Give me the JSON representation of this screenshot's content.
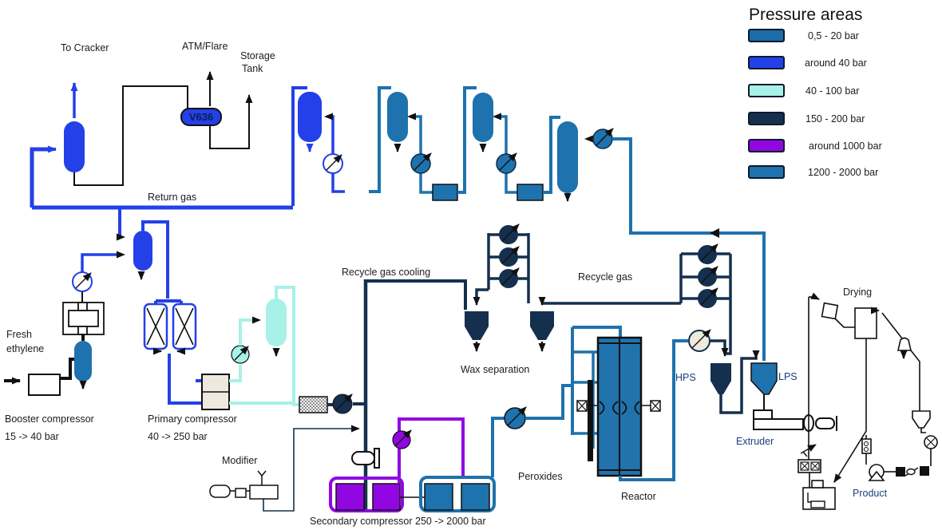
{
  "legend": {
    "title": "Pressure areas",
    "items": [
      {
        "label": "0,5 - 20 bar",
        "color": "#1B6CA8"
      },
      {
        "label": "around 40 bar",
        "color": "#2440E8"
      },
      {
        "label": "40 - 100 bar",
        "color": "#A8F1E8"
      },
      {
        "label": "150 - 200 bar",
        "color": "#15304E"
      },
      {
        "label": "around 1000 bar",
        "color": "#9206E2"
      },
      {
        "label": "1200 - 2000 bar",
        "color": "#1E72AD"
      }
    ]
  },
  "labels": {
    "to_cracker": "To Cracker",
    "atm_flare": "ATM/Flare",
    "storage_line1": "Storage",
    "storage_line2": "Tank",
    "v636": "V636",
    "return_gas": "Return gas",
    "fresh_line1": "Fresh",
    "fresh_line2": "ethylene",
    "booster_line1": "Booster compressor",
    "booster_line2": "15 -> 40 bar",
    "primary_line1": "Primary compressor",
    "primary_line2": "40 -> 250 bar",
    "modifier": "Modifier",
    "secondary": "Secondary compressor 250 -> 2000 bar",
    "recycle_gas_cooling": "Recycle gas cooling",
    "wax_separation": "Wax separation",
    "recycle_gas": "Recycle gas",
    "peroxides": "Peroxides",
    "reactor": "Reactor",
    "hps": "HPS",
    "lps": "LPS",
    "extruder": "Extruder",
    "drying": "Drying",
    "product": "Product"
  },
  "colors": {
    "line_low_pressure": "#1B6CA8",
    "line_40bar": "#2440E8",
    "line_40_100bar": "#A8F1E8",
    "line_150_200bar": "#15304E",
    "line_1000bar": "#9206E2",
    "line_1200_2000bar": "#1E72AD",
    "label_blue": "#1c3f7d"
  }
}
